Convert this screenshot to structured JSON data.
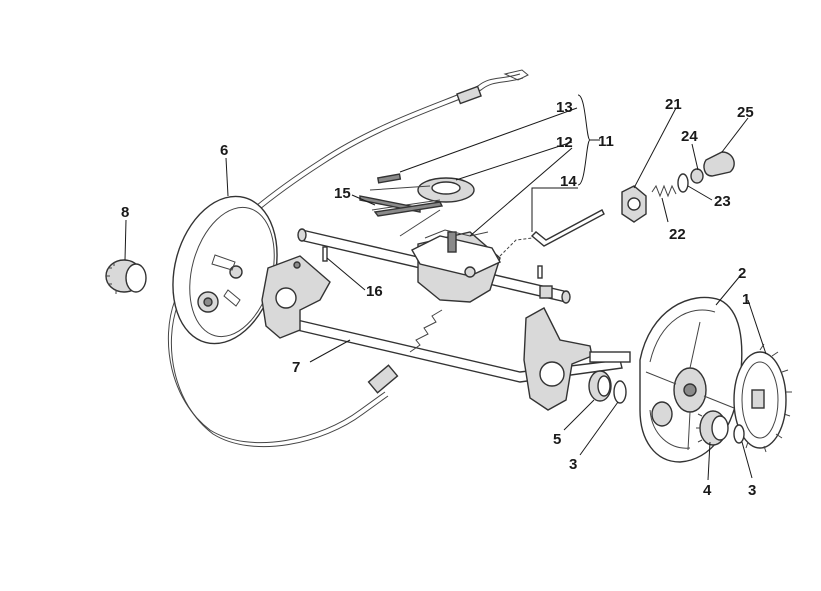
{
  "callouts": [
    {
      "id": "c1",
      "text": "1"
    },
    {
      "id": "c2",
      "text": "2"
    },
    {
      "id": "c3a",
      "text": "3"
    },
    {
      "id": "c3b",
      "text": "3"
    },
    {
      "id": "c4",
      "text": "4"
    },
    {
      "id": "c5",
      "text": "5"
    },
    {
      "id": "c6",
      "text": "6"
    },
    {
      "id": "c7",
      "text": "7"
    },
    {
      "id": "c8",
      "text": "8"
    },
    {
      "id": "c11",
      "text": "11"
    },
    {
      "id": "c12",
      "text": "12"
    },
    {
      "id": "c13",
      "text": "13"
    },
    {
      "id": "c14",
      "text": "14"
    },
    {
      "id": "c15",
      "text": "15"
    },
    {
      "id": "c16",
      "text": "16"
    },
    {
      "id": "c21",
      "text": "21"
    },
    {
      "id": "c22",
      "text": "22"
    },
    {
      "id": "c23",
      "text": "23"
    },
    {
      "id": "c24",
      "text": "24"
    },
    {
      "id": "c25",
      "text": "25"
    }
  ]
}
